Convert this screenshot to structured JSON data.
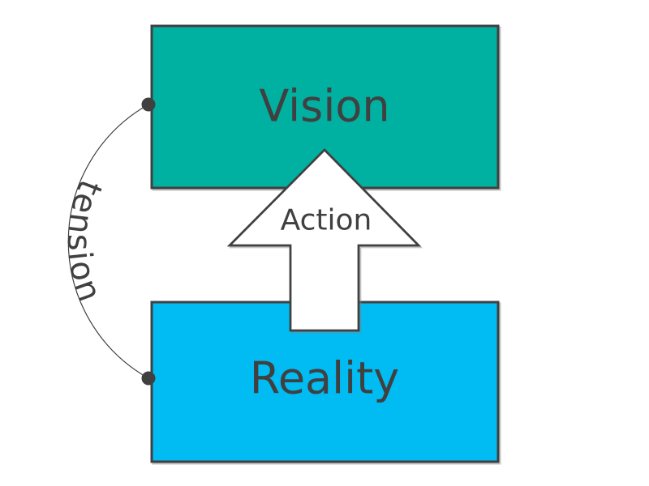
{
  "diagram": {
    "title": "vision-reality-tension-diagram",
    "nodes": {
      "vision": {
        "label": "Vision",
        "fill": "#00b0a1"
      },
      "reality": {
        "label": "Reality",
        "fill": "#00bcf2"
      },
      "action_arrow": {
        "label": "Action",
        "fill": "#ffffff"
      }
    },
    "edges": {
      "tension": {
        "label": "tension"
      }
    },
    "colors": {
      "outline": "#404040",
      "text": "#404040",
      "background": "#ffffff"
    }
  }
}
